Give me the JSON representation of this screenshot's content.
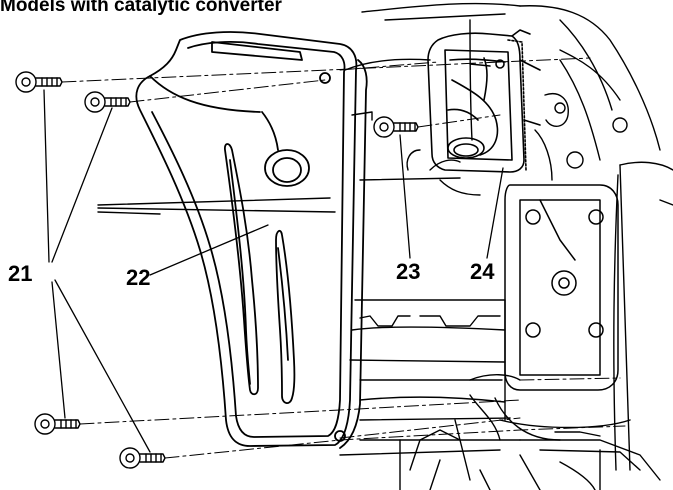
{
  "figure": {
    "title": "Models with catalytic converter",
    "callouts": {
      "c21": "21",
      "c22": "22",
      "c23": "23",
      "c24": "24"
    }
  }
}
